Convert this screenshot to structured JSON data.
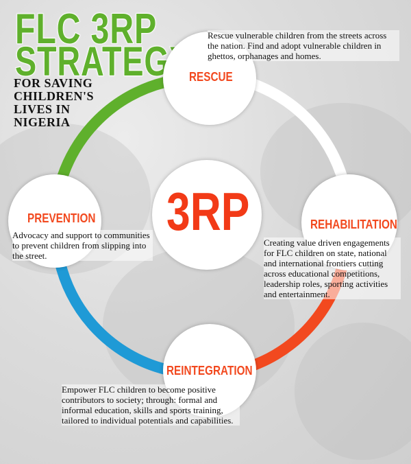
{
  "title": {
    "line1": "FLC 3RP",
    "line2": "STRATEGY",
    "subtitle": "FOR SAVING CHILDREN'S LIVES IN NIGERIA"
  },
  "center": {
    "label": "3RP"
  },
  "stages": {
    "rescue": {
      "label": "RESCUE",
      "description": "Rescue vulnerable children from the streets across the nation. Find and adopt vulnerable children in ghettos, orphanages and homes."
    },
    "rehabilitation": {
      "label": "REHABILITATION",
      "description": "Creating value driven engagements for FLC children on state, national and international frontiers cutting across educational competitions, leadership roles, sporting activities and entertainment."
    },
    "reintegration": {
      "label": "REINTEGRATION",
      "description": "Empower FLC children to become positive contributors to society; through: formal and informal education, skills and sports training, tailored to individual potentials and capabilities."
    },
    "prevention": {
      "label": "PREVENTION",
      "description": "Advocacy and support to communities to prevent children from slipping into the street."
    }
  },
  "colors": {
    "green_arc": "#5fb02c",
    "orange_arc": "#f2491f",
    "blue_arc": "#1f9ad6",
    "label_color": "#f2491f"
  }
}
